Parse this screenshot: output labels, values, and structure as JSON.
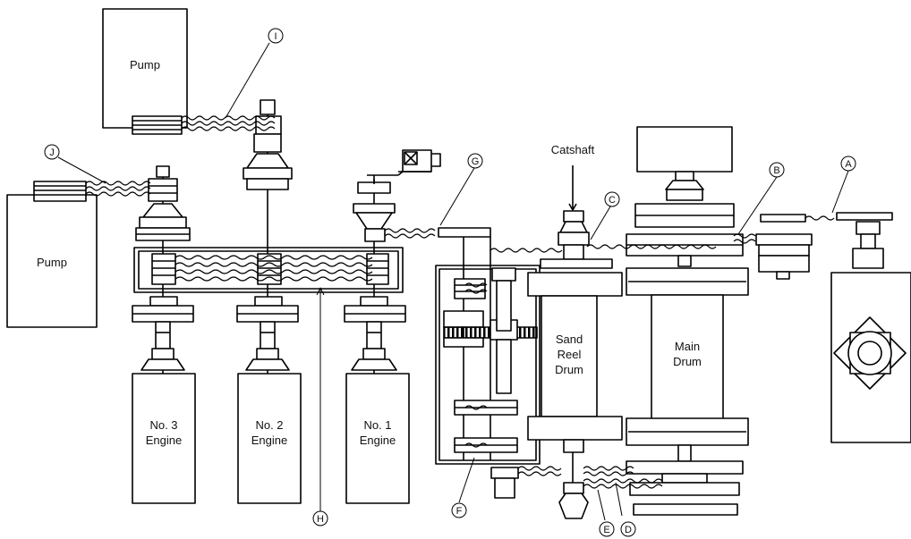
{
  "pumps": [
    {
      "id": "pump-upper",
      "label": "Pump"
    },
    {
      "id": "pump-left",
      "label": "Pump"
    }
  ],
  "engines": [
    {
      "id": "engine-3",
      "line1": "No. 3",
      "line2": "Engine"
    },
    {
      "id": "engine-2",
      "line1": "No. 2",
      "line2": "Engine"
    },
    {
      "id": "engine-1",
      "line1": "No. 1",
      "line2": "Engine"
    }
  ],
  "drums": {
    "sand_reel": [
      "Sand",
      "Reel",
      "Drum"
    ],
    "main": [
      "Main",
      "Drum"
    ]
  },
  "catshaft_label": "Catshaft",
  "callouts": [
    "A",
    "B",
    "C",
    "D",
    "E",
    "F",
    "G",
    "H",
    "I",
    "J"
  ]
}
